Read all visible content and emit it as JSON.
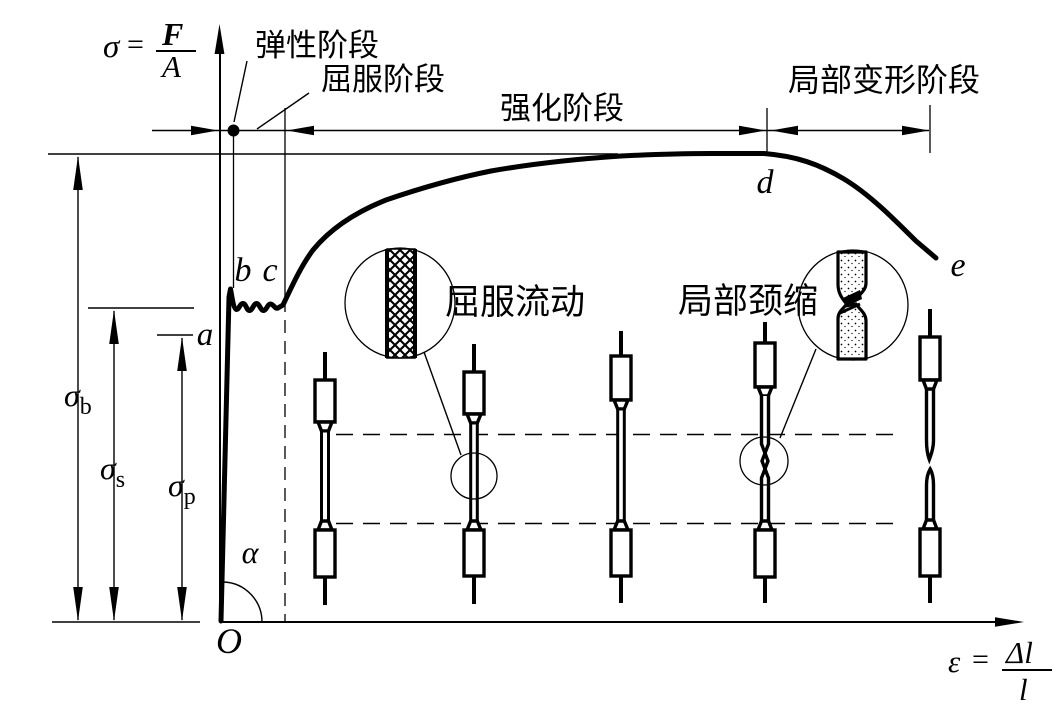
{
  "colors": {
    "ink": "#000000",
    "background": "#ffffff"
  },
  "formulas": {
    "stress": {
      "symbol": "σ",
      "equals": "=",
      "numerator": "F",
      "denominator": "A"
    },
    "strain": {
      "symbol": "ε",
      "equals": "=",
      "numerator": "Δl",
      "denominator": "l"
    }
  },
  "stages": {
    "elastic": "弹性阶段",
    "yield": "屈服阶段",
    "hardening": "强化阶段",
    "local_deformation": "局部变形阶段"
  },
  "insets": {
    "yield_flow": "屈服流动",
    "local_necking": "局部颈缩"
  },
  "points": {
    "origin": "O",
    "a": "a",
    "b": "b",
    "c": "c",
    "d": "d",
    "e": "e"
  },
  "angle": {
    "alpha": "α"
  },
  "stress_levels": {
    "sigma_b": {
      "symbol": "σ",
      "subscript": "b"
    },
    "sigma_s": {
      "symbol": "σ",
      "subscript": "s"
    },
    "sigma_p": {
      "symbol": "σ",
      "subscript": "p"
    }
  }
}
